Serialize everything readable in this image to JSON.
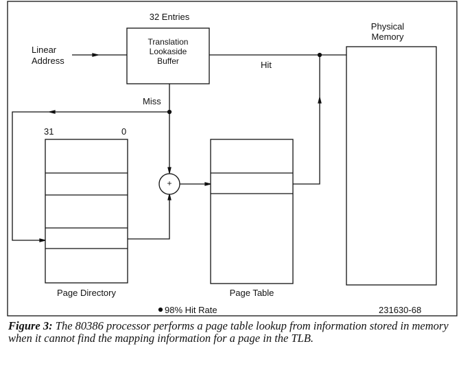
{
  "tlb": {
    "entries": "32 Entries",
    "line1": "Translation",
    "line2": "Lookaside",
    "line3": "Buffer"
  },
  "linear_address": {
    "line1": "Linear",
    "line2": "Address"
  },
  "hit_label": "Hit",
  "miss_label": "Miss",
  "physical_memory": {
    "line1": "Physical",
    "line2": "Memory"
  },
  "page_directory": {
    "label": "Page Directory",
    "bit_high": "31",
    "bit_low": "0"
  },
  "adder_symbol": "+",
  "page_table_label": "Page Table",
  "hit_rate_note": "98% Hit Rate",
  "figure_id": "231630-68",
  "caption": {
    "label": "Figure 3:",
    "text": "The 80386 processor performs a page table lookup from information stored in memory when it cannot find the mapping information for a page in the TLB."
  }
}
